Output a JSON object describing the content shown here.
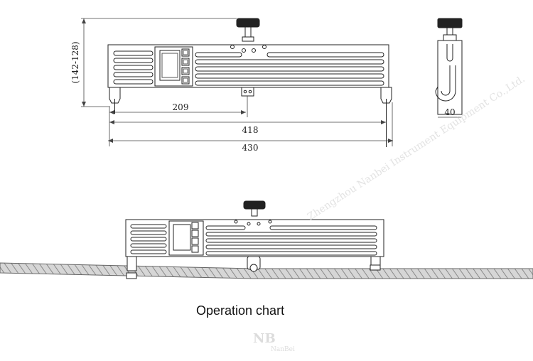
{
  "dimensions": {
    "height_range": "(142-128)",
    "half_span": "209",
    "span": "418",
    "total_length": "430",
    "side_width": "40"
  },
  "caption": "Operation chart",
  "watermark": {
    "company": "Zhengzhou Nanbei Instrument Equipment Co.,Ltd.",
    "logo": "NB",
    "logo_sub": "NanBei"
  }
}
